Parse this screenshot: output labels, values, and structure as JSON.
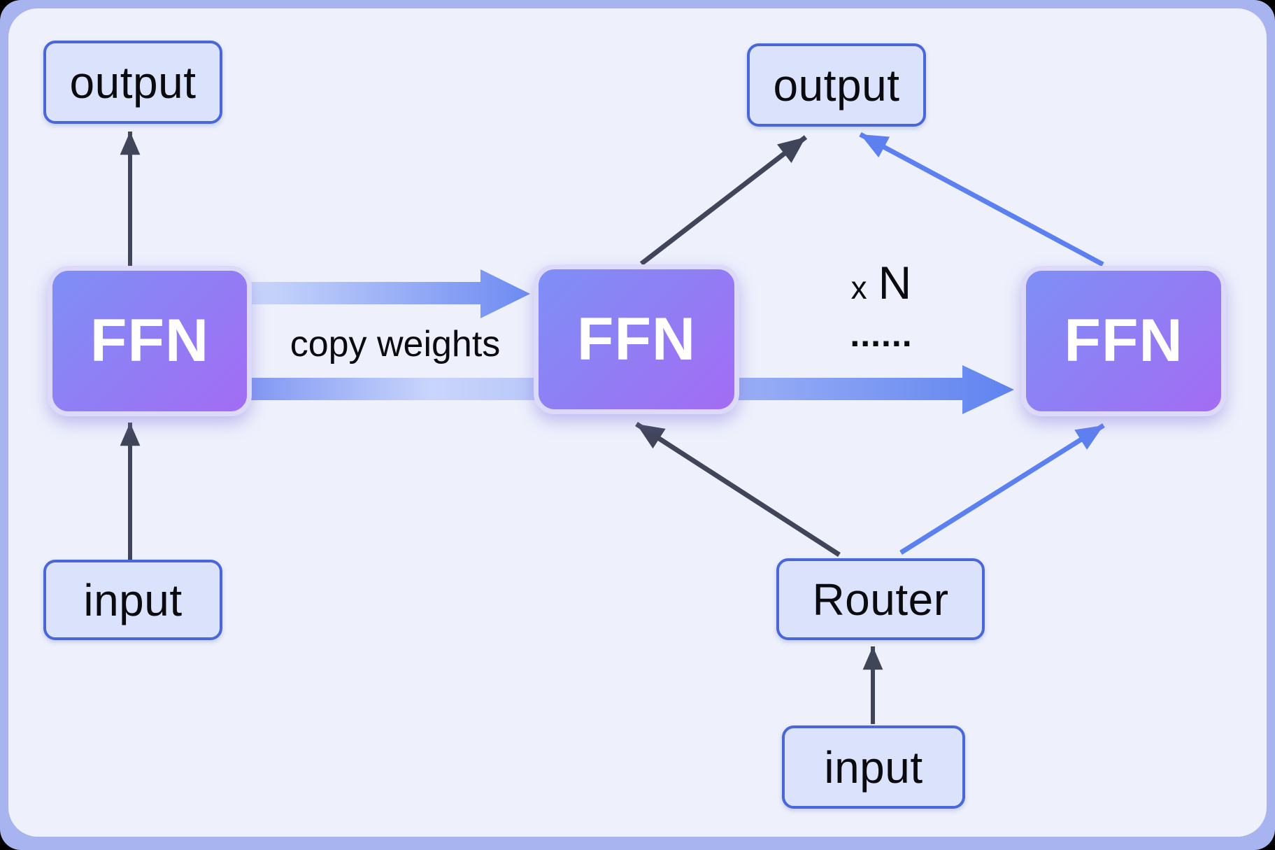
{
  "nodes": {
    "dense_output": "output",
    "dense_ffn": "FFN",
    "dense_input": "input",
    "moe_output": "output",
    "expert_ffn_first": "FFN",
    "expert_ffn_last": "FFN",
    "router": "Router",
    "moe_input": "input"
  },
  "labels": {
    "copy_weights": "copy weights",
    "multiplier_x": "x",
    "multiplier_n": "N",
    "ellipsis": "......"
  },
  "colors": {
    "frame": "#a8b4f0",
    "panel": "#eef1fc",
    "node_fill": "#dbe2fb",
    "node_border": "#4a67da",
    "text": "#0b0b0f",
    "ffn_text": "#ffffff",
    "dark_arrow": "#40455a",
    "blue_arrow": "#5c80ef",
    "ffn_gradient_start": "#7e8ff6",
    "ffn_gradient_end": "#a36cf3",
    "thick_top_start": "#ccd9fb",
    "thick_top_end": "#6d8af2",
    "thick_bot_start": "#8097f3",
    "thick_bot_light": "#c9d5fb",
    "thick_bot_mid": "#9db1f6",
    "thick_bot_end": "#5f83ef"
  }
}
